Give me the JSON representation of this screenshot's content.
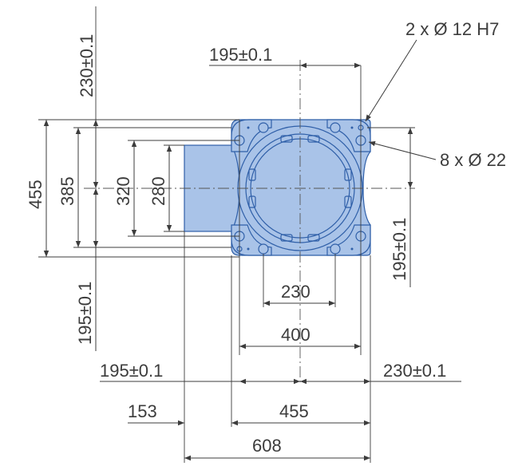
{
  "labels": {
    "top_230": "230±0.1",
    "top_195": "195±0.1",
    "pin_note": "2 x Ø 12 H7",
    "hole_note": "8 x Ø 22",
    "v455": "455",
    "v385": "385",
    "v320": "320",
    "v280": "280",
    "right_195": "195±0.1",
    "left_195": "195±0.1",
    "h230": "230",
    "h400": "400",
    "bottom_195": "195±0.1",
    "bottom_230": "230±0.1",
    "h153": "153",
    "h455": "455",
    "h608": "608"
  },
  "colors": {
    "part_fill": "#a9c3e8",
    "part_outline": "#2f5fa8",
    "dimension": "#3c3c3c"
  }
}
